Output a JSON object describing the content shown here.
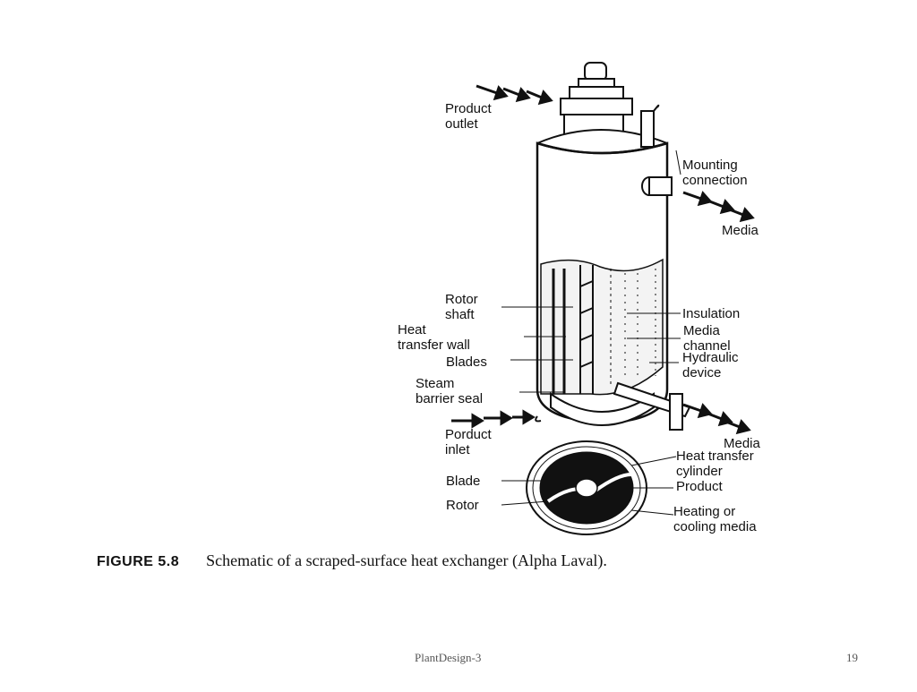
{
  "labels": {
    "product_outlet": "Product\noutlet",
    "mounting_connection": "Mounting\nconnection",
    "media_top": "Media",
    "rotor_shaft": "Rotor\nshaft",
    "insulation": "Insulation",
    "heat_transfer_wall": "Heat\ntransfer wall",
    "media_channel": "Media\nchannel",
    "blades": "Blades",
    "hydraulic_device": "Hydraulic\ndevice",
    "steam_barrier_seal": "Steam\nbarrier seal",
    "product_inlet": "Porduct\ninlet",
    "media_bottom": "Media",
    "heat_transfer_cylinder": "Heat transfer\ncylinder",
    "blade": "Blade",
    "product": "Product",
    "rotor": "Rotor",
    "heating_cooling_media": "Heating or\ncooling media"
  },
  "caption": {
    "figure": "FIGURE 5.8",
    "text": "Schematic of a scraped-surface heat exchanger (Alpha Laval)."
  },
  "footer": {
    "title": "PlantDesign-3",
    "page": "19"
  }
}
